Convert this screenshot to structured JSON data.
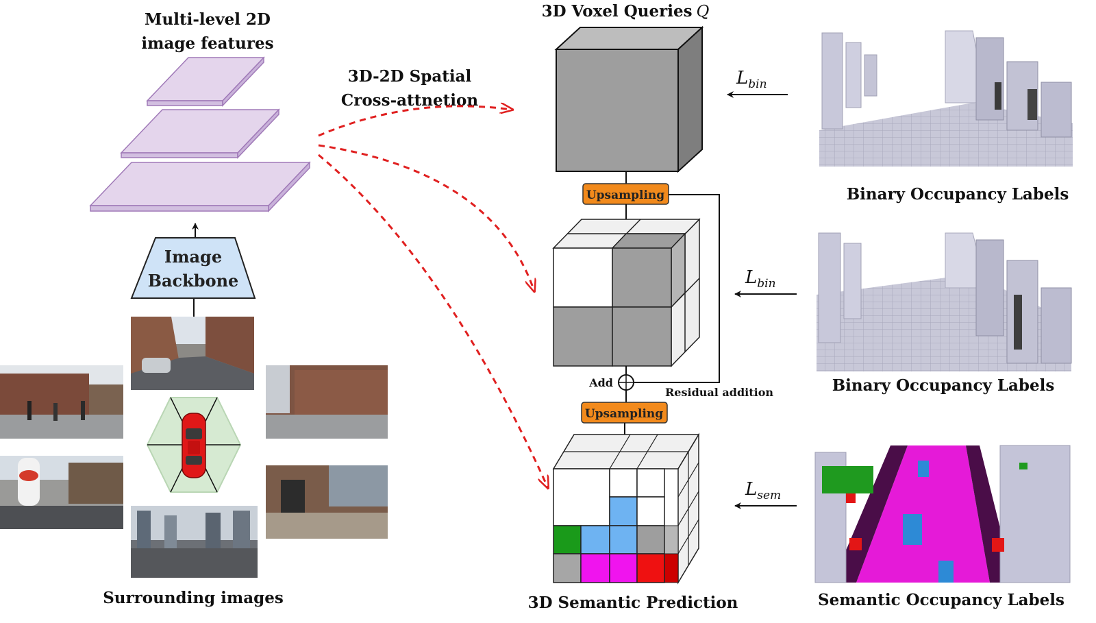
{
  "labels": {
    "features_title_line1": "Multi-level 2D",
    "features_title_line2": "image features",
    "cross_attention_line1": "3D-2D Spatial",
    "cross_attention_line2": "Cross-attnetion",
    "voxel_queries": "3D Voxel Queries",
    "voxel_queries_symbol": "Q",
    "backbone_line1": "Image",
    "backbone_line2": "Backbone",
    "surrounding_images": "Surrounding images",
    "upsampling_1": "Upsampling",
    "upsampling_2": "Upsampling",
    "add": "Add",
    "residual_addition": "Residual addition",
    "semantic_prediction": "3D Semantic Prediction",
    "binary_labels_1": "Binary Occupancy Labels",
    "binary_labels_2": "Binary Occupancy Labels",
    "semantic_labels": "Semantic Occupancy Labels"
  },
  "losses": [
    {
      "letter": "L",
      "sub": "bin"
    },
    {
      "letter": "L",
      "sub": "bin"
    },
    {
      "letter": "L",
      "sub": "sem"
    }
  ],
  "colors": {
    "feature_plane": "#e4d5ec",
    "feature_edge": "#a07ab8",
    "backbone_fill": "#cfe3f7",
    "upsampling_fill": "#f28a1c",
    "dashed_arrow": "#e02020",
    "cube_dark": "#9e9e9e",
    "voxel_blue": "#6eb3f2",
    "voxel_green": "#1a9a1a",
    "voxel_magenta": "#f014ee",
    "voxel_red": "#ef1111",
    "road_magenta": "#e51ad8",
    "occupancy_gray": "#c4c4d8"
  }
}
